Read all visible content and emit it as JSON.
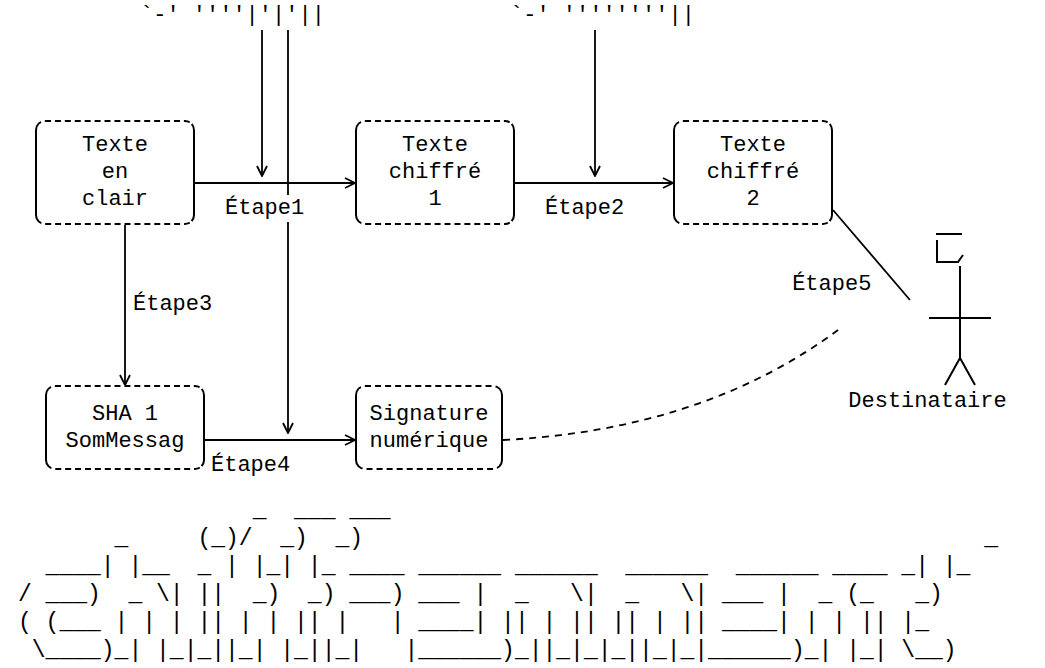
{
  "diagram": {
    "nodes": [
      {
        "text": [
          "Texte en clair"
        ]
      },
      {
        "text": [
          "Texte chiffré 1"
        ]
      },
      {
        "text": [
          "Texte chiffré 2"
        ]
      },
      {
        "text": [
          "SHA 1 SomMessag"
        ]
      },
      {
        "text": [
          "Signature numérique"
        ]
      },
      {
        "text": [
          "Destinataire"
        ]
      }
    ],
    "edges": [
      {
        "from": 0,
        "to": 1,
        "label": "Étape1",
        "arrow": "to"
      },
      {
        "from": 1,
        "to": 2,
        "label": "Étape2",
        "arrow": "to"
      },
      {
        "from": 0,
        "to": 3,
        "label": "Étape3",
        "arrow": "to"
      },
      {
        "from": 3,
        "to": 4,
        "label": "Étape4",
        "arrow": "to"
      },
      {
        "from": 2,
        "to": 5,
        "label": "Étape5",
        "arrow": "none"
      },
      {
        "from": 4,
        "to": 5,
        "arrow": "none"
      }
    ],
    "labels": [
      "`-' ''''|'|'||",
      "`-' ''''''''||",
      "                 _  ___ ___",
      "       _     (_)/  _)  _)                                             _",
      "  ____| |__  _ | |_| |_ ____ ______ ______  ______  ______ ____ _| |_",
      "/ ___)  _ \\| ||  _)  _) ___) ___ |  _   \\|  _   \\| ___ |  _ (_   _)",
      "( (___ | | | || | | || |   | ____| || | || || | || ____| | | || |_",
      " \\____)_| |_|_||_| |_||_|   |______)_||_|_|_||_|_|______)_| |_| \\__)"
    ]
  }
}
